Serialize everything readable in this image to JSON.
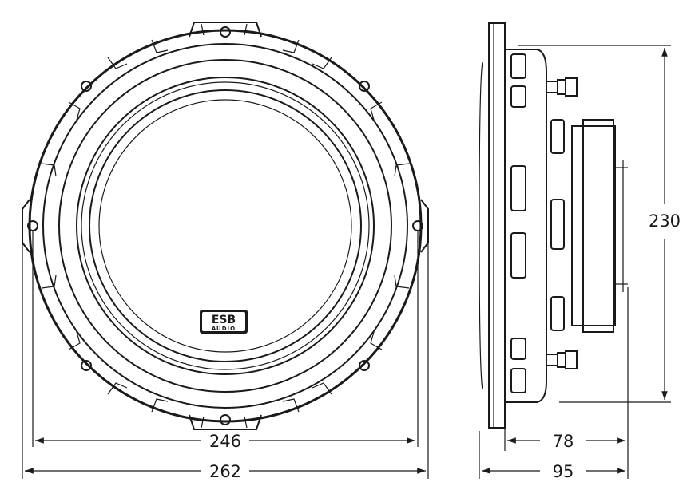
{
  "logo": {
    "line1": "ESB",
    "line2": "AUDIO"
  },
  "dimensions": {
    "inner_diameter": "246",
    "outer_diameter": "262",
    "height": "230",
    "depth_motor": "78",
    "depth_total": "95"
  }
}
